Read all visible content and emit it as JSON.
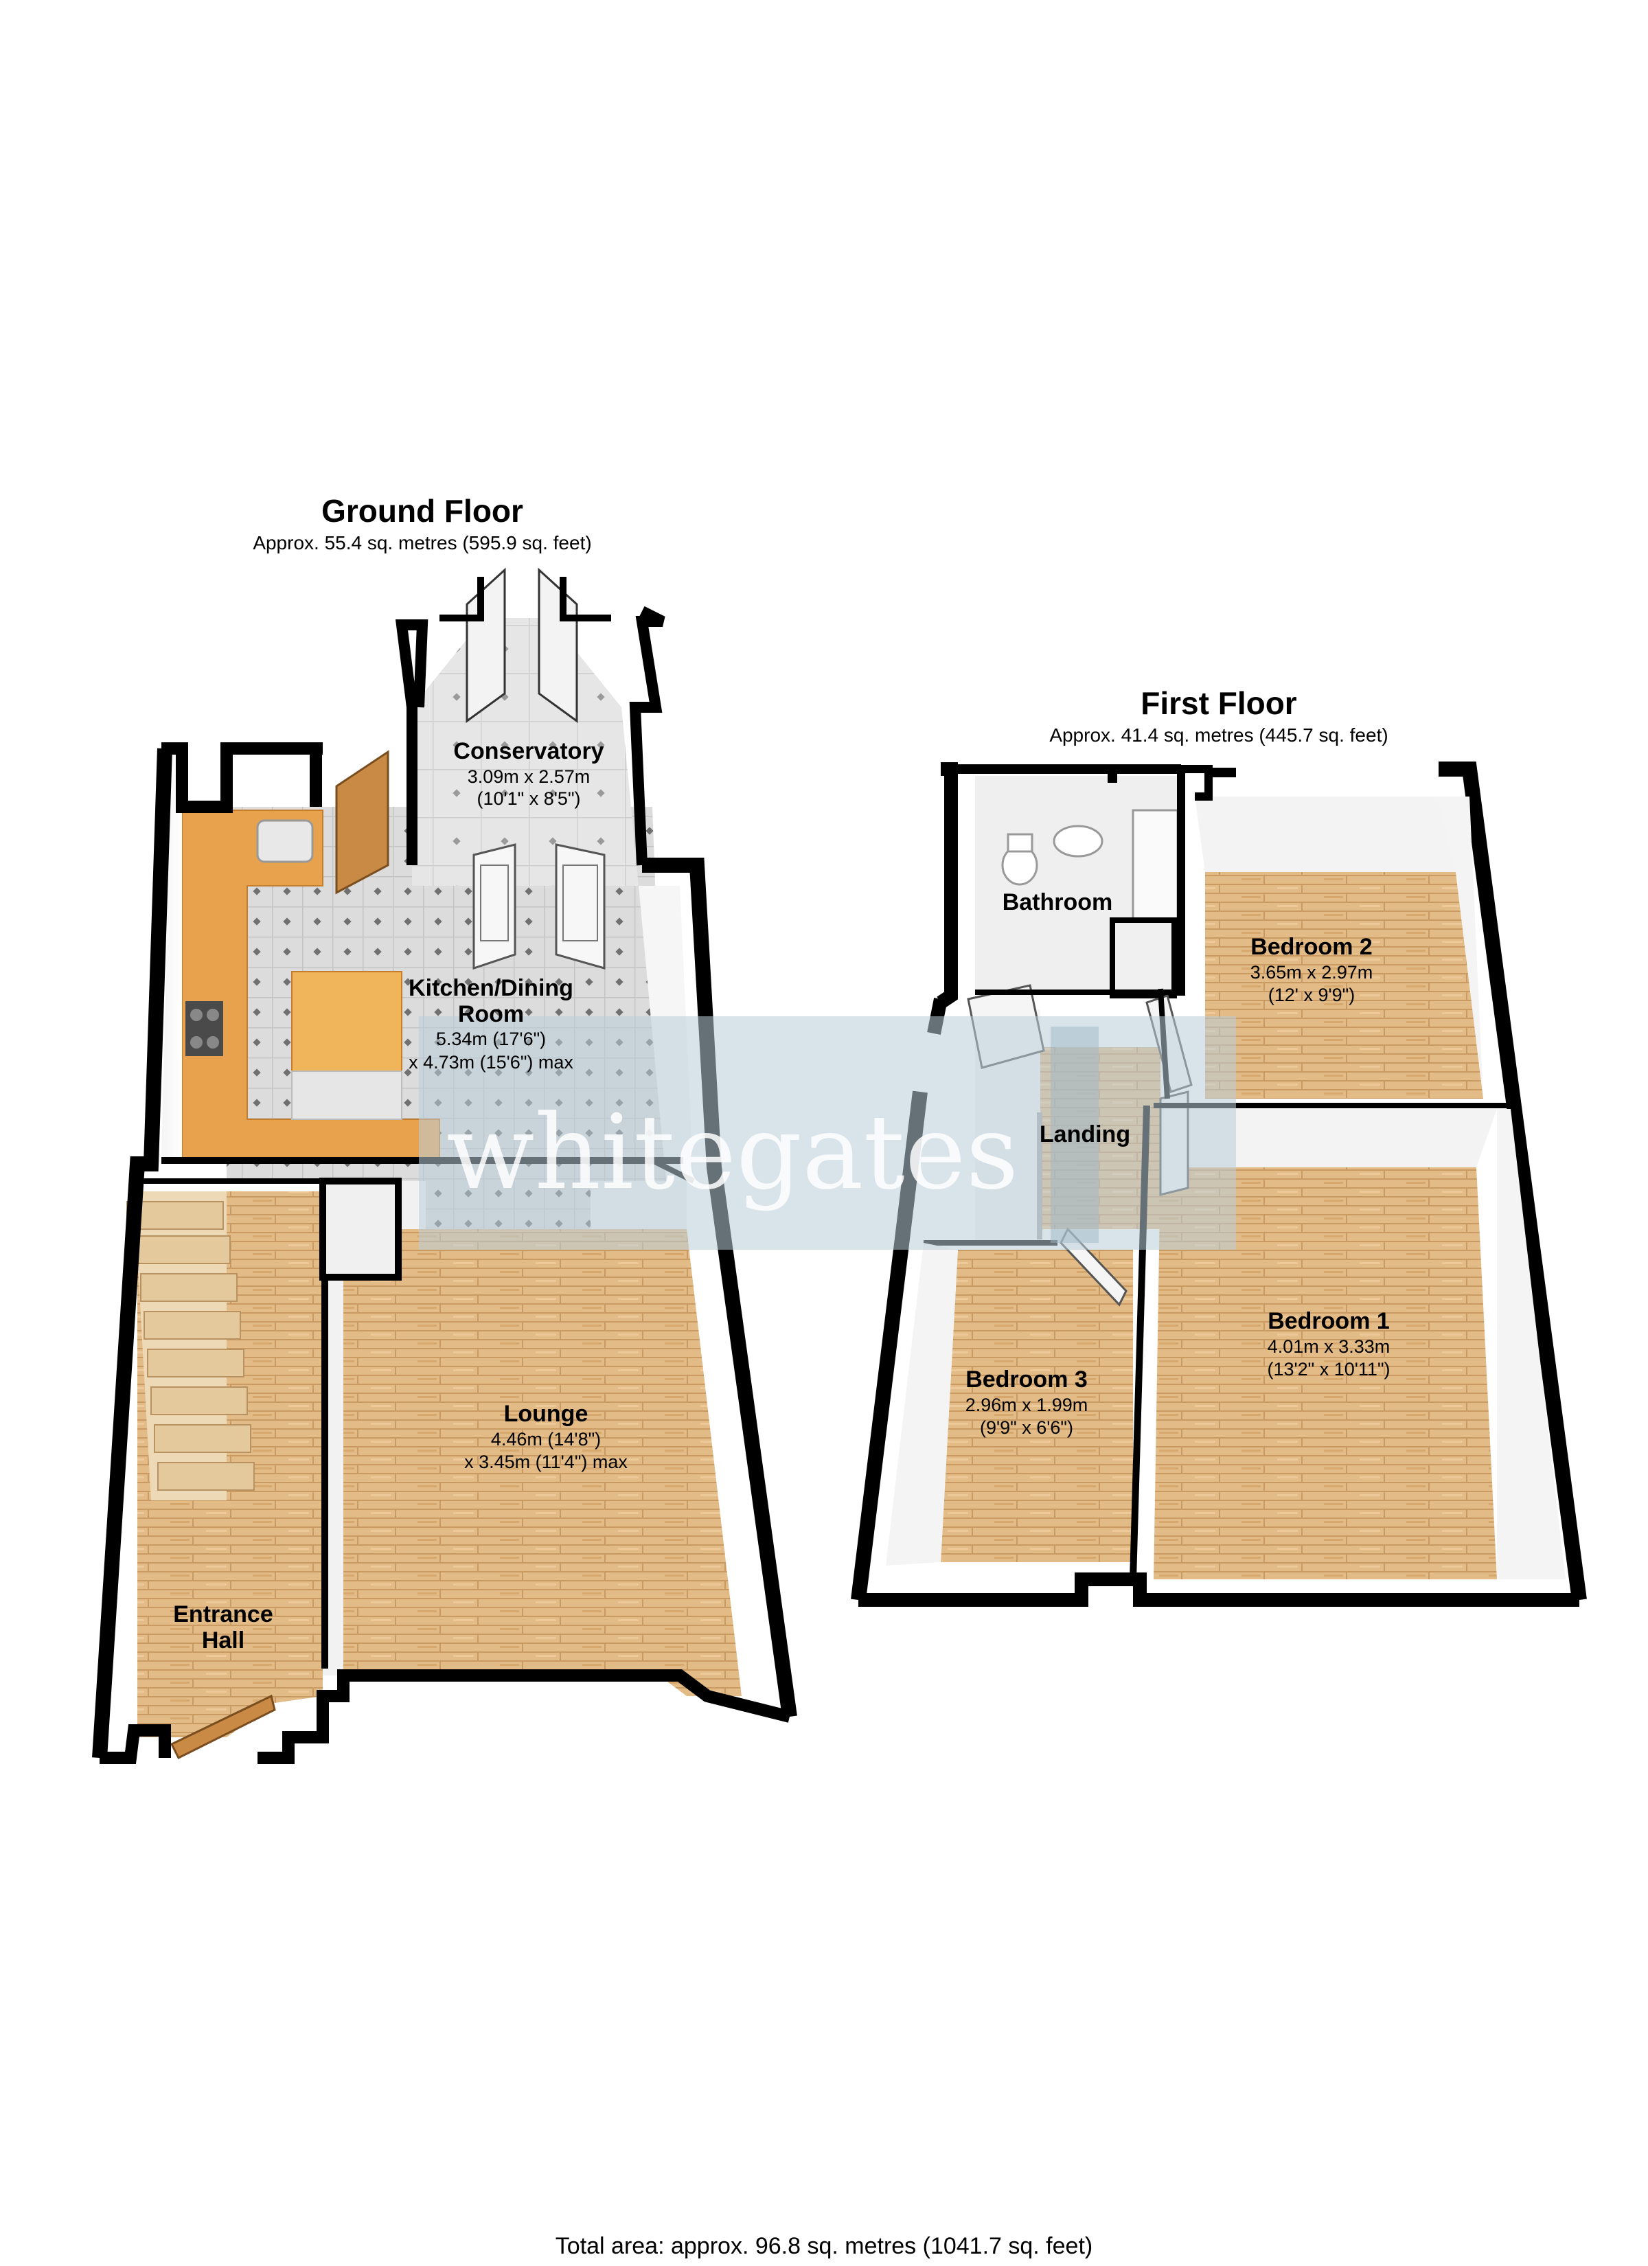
{
  "ground_floor": {
    "title": "Ground Floor",
    "area": "Approx. 55.4 sq. metres (595.9 sq. feet)",
    "rooms": {
      "conservatory": {
        "name": "Conservatory",
        "dim1": "3.09m x 2.57m",
        "dim2": "(10'1\" x 8'5\")"
      },
      "kitchen": {
        "name1": "Kitchen/Dining",
        "name2": "Room",
        "dim1": "5.34m (17'6\")",
        "dim2": "x 4.73m (15'6\") max"
      },
      "lounge": {
        "name": "Lounge",
        "dim1": "4.46m (14'8\")",
        "dim2": "x 3.45m (11'4\") max"
      },
      "entrance_hall": {
        "name1": "Entrance",
        "name2": "Hall"
      }
    }
  },
  "first_floor": {
    "title": "First Floor",
    "area": "Approx. 41.4 sq. metres (445.7 sq. feet)",
    "rooms": {
      "bathroom": {
        "name": "Bathroom"
      },
      "bedroom2": {
        "name": "Bedroom 2",
        "dim1": "3.65m x 2.97m",
        "dim2": "(12' x 9'9\")"
      },
      "landing": {
        "name": "Landing"
      },
      "bedroom1": {
        "name": "Bedroom 1",
        "dim1": "4.01m x 3.33m",
        "dim2": "(13'2\" x 10'11\")"
      },
      "bedroom3": {
        "name": "Bedroom 3",
        "dim1": "2.96m x 1.99m",
        "dim2": "(9'9\" x 6'6\")"
      }
    }
  },
  "watermark": "whitegates",
  "total_area": "Total area: approx. 96.8 sq. metres (1041.7 sq. feet)",
  "colors": {
    "wall": "#000000",
    "floor_wood": "#e2b985",
    "tile": "#dadada",
    "counter": "#e8a24e",
    "watermark_box": "#b9cdd9"
  }
}
